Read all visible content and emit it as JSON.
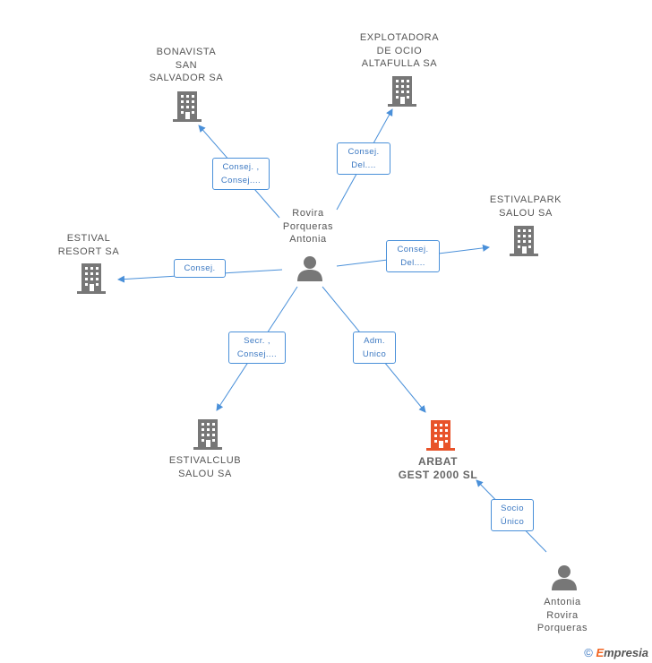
{
  "colors": {
    "edge": "#4a90d9",
    "node_icon": "#777777",
    "highlight_icon": "#e8532a",
    "label_text": "#555555"
  },
  "nodes": {
    "bonavista": {
      "label": "BONAVISTA\nSAN\nSALVADOR SA",
      "icon": "building-icon"
    },
    "explotadora": {
      "label": "EXPLOTADORA\nDE OCIO\nALTAFULLA SA",
      "icon": "building-icon"
    },
    "estivalpark": {
      "label": "ESTIVALPARK\nSALOU SA",
      "icon": "building-icon"
    },
    "estival_resort": {
      "label": "ESTIVAL\nRESORT SA",
      "icon": "building-icon"
    },
    "rovira": {
      "label": "Rovira\nPorqueras\nAntonia",
      "icon": "person-icon"
    },
    "estivalclub": {
      "label": "ESTIVALCLUB\nSALOU SA",
      "icon": "building-icon"
    },
    "arbat": {
      "label": "ARBAT\nGEST 2000 SL",
      "icon": "building-icon"
    },
    "antonia": {
      "label": "Antonia\nRovira\nPorqueras",
      "icon": "person-icon"
    }
  },
  "edges": {
    "to_bonavista": "Consej. ,\nConsej....",
    "to_explotadora": "Consej.\nDel....",
    "to_estivalpark": "Consej.\nDel....",
    "to_estival_resort": "Consej.",
    "to_estivalclub": "Secr. ,\nConsej....",
    "to_arbat": "Adm.\nUnico",
    "antonia_to_arbat": "Socio\nÚnico"
  },
  "footer": {
    "copyright": "©",
    "brand_letter": "E",
    "brand_rest": "mpresia"
  }
}
